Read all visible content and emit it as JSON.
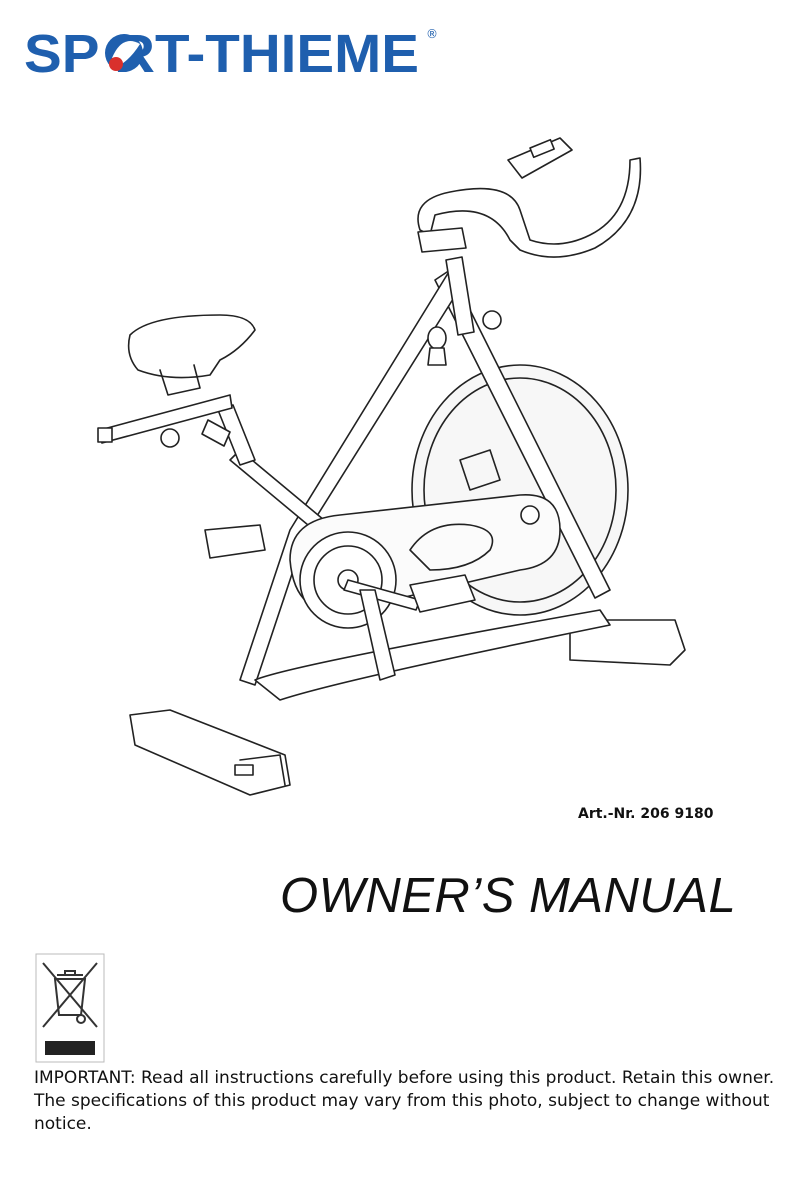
{
  "brand": {
    "logo_text": "SPORT-THIEME",
    "registered_mark": "®",
    "colors": {
      "logo_blue": "#1f5fae",
      "logo_red": "#d9302c"
    }
  },
  "illustration": {
    "subject": "spinning-bike-line-drawing"
  },
  "article_number": "Art.-Nr. 206 9180",
  "title": "OWNER’S MANUAL",
  "weee_icon": "crossed-out-wheelie-bin-icon",
  "notice": {
    "important": "IMPORTANT: Read all instructions carefully before using this product.  Retain this owner.",
    "specs": "The specifications of this product may vary from this photo, subject to change without notice."
  }
}
